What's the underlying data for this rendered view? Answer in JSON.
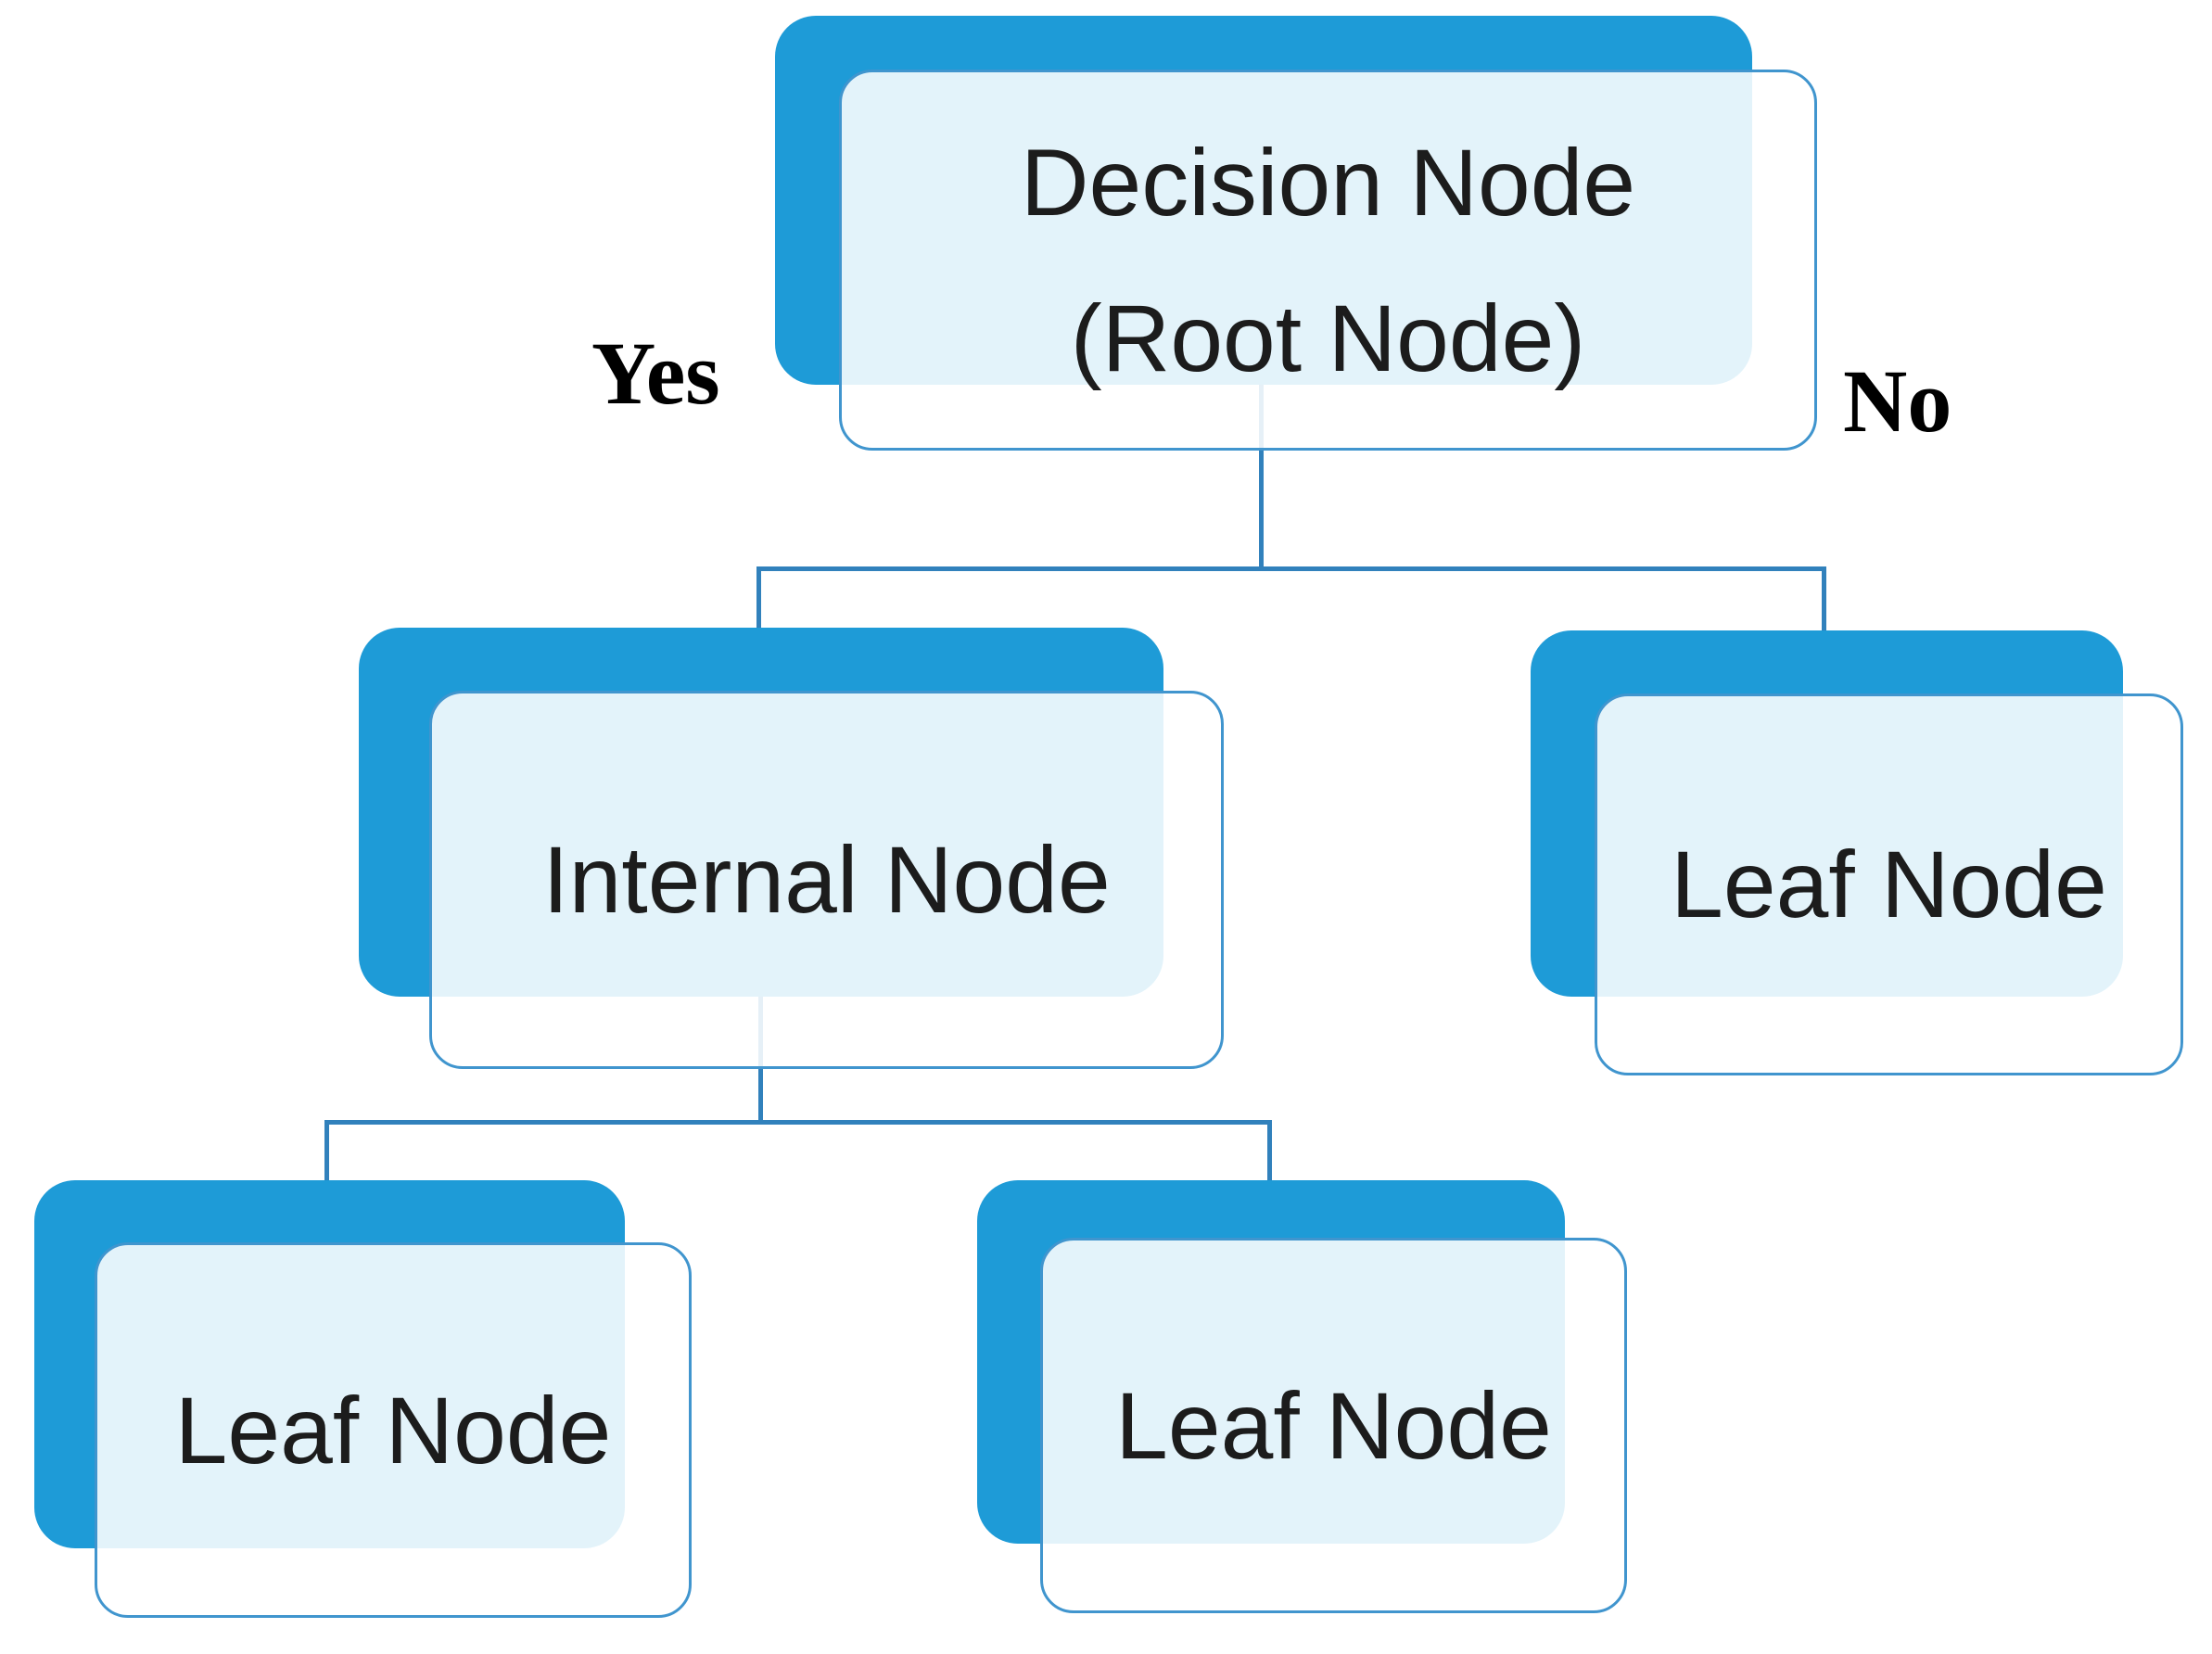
{
  "diagram": {
    "nodes": {
      "root": {
        "line1": "Decision Node",
        "line2": "(Root Node)"
      },
      "internal": {
        "label": "Internal Node"
      },
      "leaf_right": {
        "label": "Leaf Node"
      },
      "leaf_bottom_left": {
        "label": "Leaf Node"
      },
      "leaf_bottom_middle": {
        "label": "Leaf Node"
      }
    },
    "edge_labels": {
      "yes": "Yes",
      "no": "No"
    },
    "colors": {
      "node_fill": "#1e9bd7",
      "node_border": "#4095ce",
      "connector": "#3181bc",
      "text": "#1c1c1c",
      "edge_label": "#000000",
      "background": "#ffffff"
    }
  }
}
